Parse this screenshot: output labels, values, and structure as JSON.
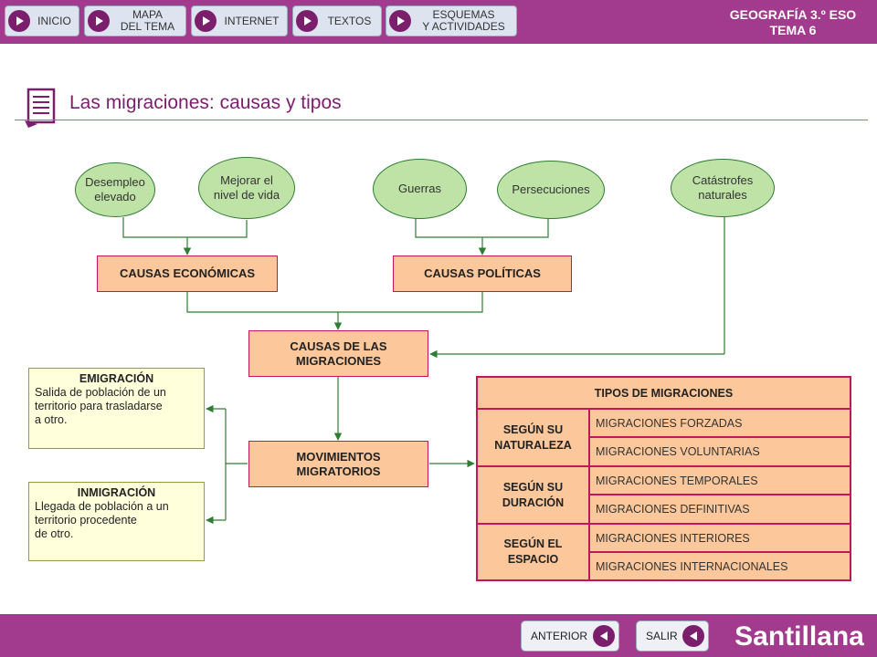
{
  "nav": {
    "items": [
      {
        "label": "INICIO"
      },
      {
        "label": "MAPA\nDEL TEMA"
      },
      {
        "label": "INTERNET"
      },
      {
        "label": "TEXTOS"
      },
      {
        "label": "ESQUEMAS\nY ACTIVIDADES"
      }
    ],
    "subject": "GEOGRAFÍA 3.º ESO\nTEMA 6"
  },
  "page": {
    "title": "Las migraciones: causas y tipos"
  },
  "diagram": {
    "causes": [
      {
        "label": "Desempleo\nelevado"
      },
      {
        "label": "Mejorar el\nnivel de vida"
      },
      {
        "label": "Guerras"
      },
      {
        "label": "Persecuciones"
      },
      {
        "label": "Catástrofes\nnaturales"
      }
    ],
    "economic": "CAUSAS ECONÓMICAS",
    "political": "CAUSAS POLÍTICAS",
    "causes_of_migration": "CAUSAS DE LAS\nMIGRACIONES",
    "movements": "MOVIMIENTOS\nMIGRATORIOS",
    "emigration": {
      "heading": "EMIGRACIÓN",
      "text": "Salida de población de un\nterritorio para trasladarse\na otro."
    },
    "immigration": {
      "heading": "INMIGRACIÓN",
      "text": "Llegada de población a un\nterritorio procedente\nde otro."
    }
  },
  "types_table": {
    "header": "TIPOS DE MIGRACIONES",
    "groups": [
      {
        "category": "SEGÚN SU\nNATURALEZA",
        "items": [
          "MIGRACIONES FORZADAS",
          "MIGRACIONES VOLUNTARIAS"
        ]
      },
      {
        "category": "SEGÚN SU\nDURACIÓN",
        "items": [
          "MIGRACIONES TEMPORALES",
          "MIGRACIONES DEFINITIVAS"
        ]
      },
      {
        "category": "SEGÚN EL\nESPACIO",
        "items": [
          "MIGRACIONES INTERIORES",
          "MIGRACIONES INTERNACIONALES"
        ]
      }
    ]
  },
  "footer": {
    "previous": "ANTERIOR",
    "exit": "SALIR",
    "brand": "Santillana"
  },
  "icons": {
    "nav_play": "play-icon",
    "footer_back": "back-icon",
    "title_icon": "document-icon"
  },
  "colors": {
    "bar": "#a23b8d",
    "accent": "#7b1f6d",
    "oval_fill": "#bfe3a6",
    "box_fill": "#fcc79a",
    "note_fill": "#ffffdc",
    "border": "#c2185b"
  }
}
